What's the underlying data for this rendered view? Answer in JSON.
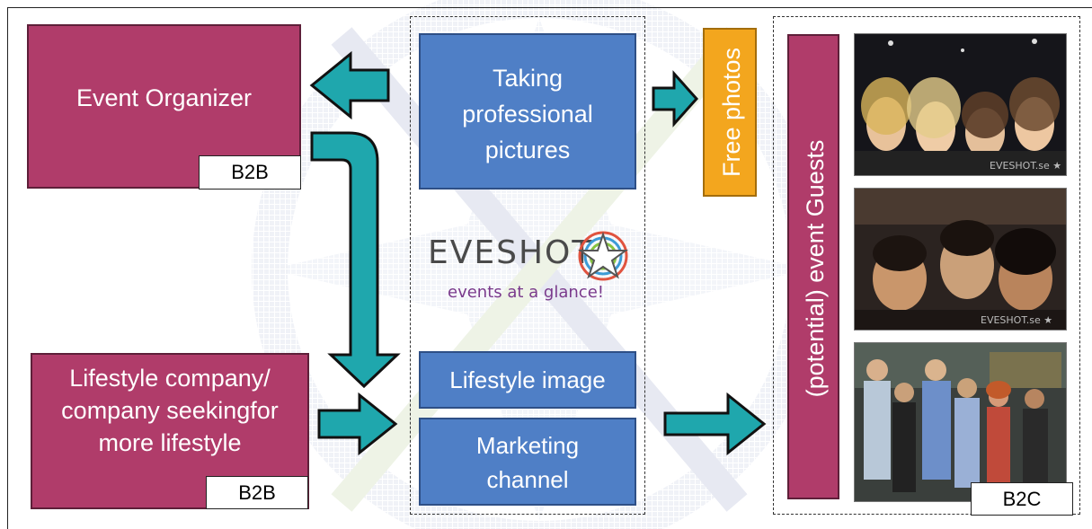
{
  "colors": {
    "maroon": "#b03c6a",
    "blue": "#4f7fc6",
    "orange": "#f3a61e",
    "teal_arrow": "#1fa7ad",
    "arrow_outline": "#111111"
  },
  "left": {
    "event_organizer": {
      "label": "Event Organizer",
      "tag": "B2B"
    },
    "lifestyle_company": {
      "label_lines": [
        "Lifestyle company/",
        "company seekingfor",
        "more lifestyle"
      ],
      "tag": "B2B"
    }
  },
  "center": {
    "taking_pictures": [
      "Taking",
      "professional",
      "pictures"
    ],
    "lifestyle_image": "Lifestyle image",
    "marketing_channel": [
      "Marketing",
      "channel"
    ],
    "logo": {
      "brand": "EVESHOT",
      "tagline": "events at a glance!",
      "icon": "star-logo-icon"
    }
  },
  "right": {
    "free_photos": "Free photos",
    "guests": "(potential) event Guests",
    "tag": "B2C",
    "photos": [
      {
        "name": "party-photo-women",
        "watermark": "EVESHOT.se"
      },
      {
        "name": "party-photo-group",
        "watermark": "EVESHOT.se"
      },
      {
        "name": "party-photo-crowd",
        "watermark": ""
      }
    ]
  },
  "arrows": [
    "arrow-left-to-organizer",
    "arrow-right-to-free-photos",
    "arrow-organizer-to-lifestyle",
    "arrow-right-from-lifestyle-company",
    "arrow-right-to-guests"
  ]
}
